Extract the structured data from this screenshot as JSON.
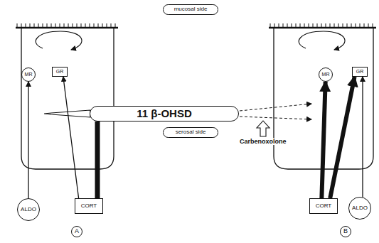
{
  "diagram": {
    "nodes": [
      {
        "text": [
          "mucosal side"
        ]
      },
      {
        "text": [
          "MR"
        ]
      },
      {
        "text": [
          "GR"
        ]
      },
      {
        "text": [
          "MR"
        ]
      },
      {
        "text": [
          "GR"
        ]
      },
      {
        "text": [
          "11 β-OHSD"
        ]
      },
      {
        "text": [
          "serosal side"
        ]
      },
      {
        "text": [
          "ALDO"
        ]
      },
      {
        "text": [
          "CORT"
        ]
      },
      {
        "text": [
          "CORT"
        ]
      },
      {
        "text": [
          "ALDO"
        ]
      },
      {
        "text": [
          "A"
        ]
      },
      {
        "text": [
          "B"
        ]
      }
    ],
    "edges": [
      {
        "from": 7,
        "to": 1,
        "arrow": "to"
      },
      {
        "from": 8,
        "to": 2,
        "arrow": "to"
      },
      {
        "from": 8,
        "to": 5,
        "arrow": "none"
      },
      {
        "from": 9,
        "to": 3,
        "arrow": "to"
      },
      {
        "from": 9,
        "to": 4,
        "arrow": "to"
      },
      {
        "from": 10,
        "to": 4,
        "arrow": "to"
      }
    ],
    "labels": [
      "Carbenoxolone"
    ]
  }
}
